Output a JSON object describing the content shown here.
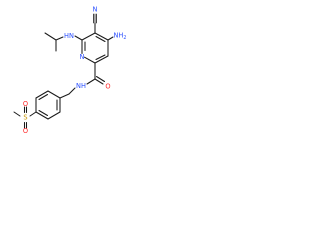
{
  "molecule": {
    "atoms": {
      "ring_n": "N",
      "cyano_n": "N",
      "amino": "NH",
      "amino_sub": "2",
      "isopropyl_nh": "HN",
      "amide_nh": "NH",
      "carbonyl_o": "O",
      "sulfonyl_s": "S",
      "sulfonyl_o1": "O",
      "sulfonyl_o2": "O"
    },
    "colors": {
      "bond": "#1a1a1a",
      "nitrogen": "#2b4fff",
      "oxygen": "#ff2a2a",
      "sulfur": "#c89400"
    }
  }
}
